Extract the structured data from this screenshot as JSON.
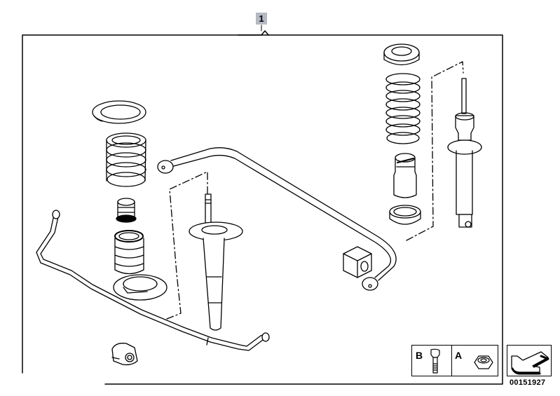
{
  "diagram": {
    "callout_number": "1",
    "diagram_id": "00151927",
    "parts": [
      {
        "name": "front-upper-spring-pad"
      },
      {
        "name": "front-coil-spring"
      },
      {
        "name": "front-bump-stop"
      },
      {
        "name": "front-protective-boot"
      },
      {
        "name": "front-lower-spring-pad"
      },
      {
        "name": "front-strut"
      },
      {
        "name": "front-stabilizer-bar"
      },
      {
        "name": "front-stabilizer-bushing"
      },
      {
        "name": "rear-stabilizer-bar"
      },
      {
        "name": "rear-stabilizer-bushing"
      },
      {
        "name": "rear-upper-spring-pad"
      },
      {
        "name": "rear-coil-spring"
      },
      {
        "name": "rear-bump-stop"
      },
      {
        "name": "rear-lower-spring-pad"
      },
      {
        "name": "rear-shock-absorber"
      }
    ]
  },
  "legend": {
    "b_label": "B",
    "b_icon": "bolt-icon",
    "a_label": "A",
    "a_icon": "nut-icon"
  },
  "navigation": {
    "icon": "return-arrow-icon"
  }
}
